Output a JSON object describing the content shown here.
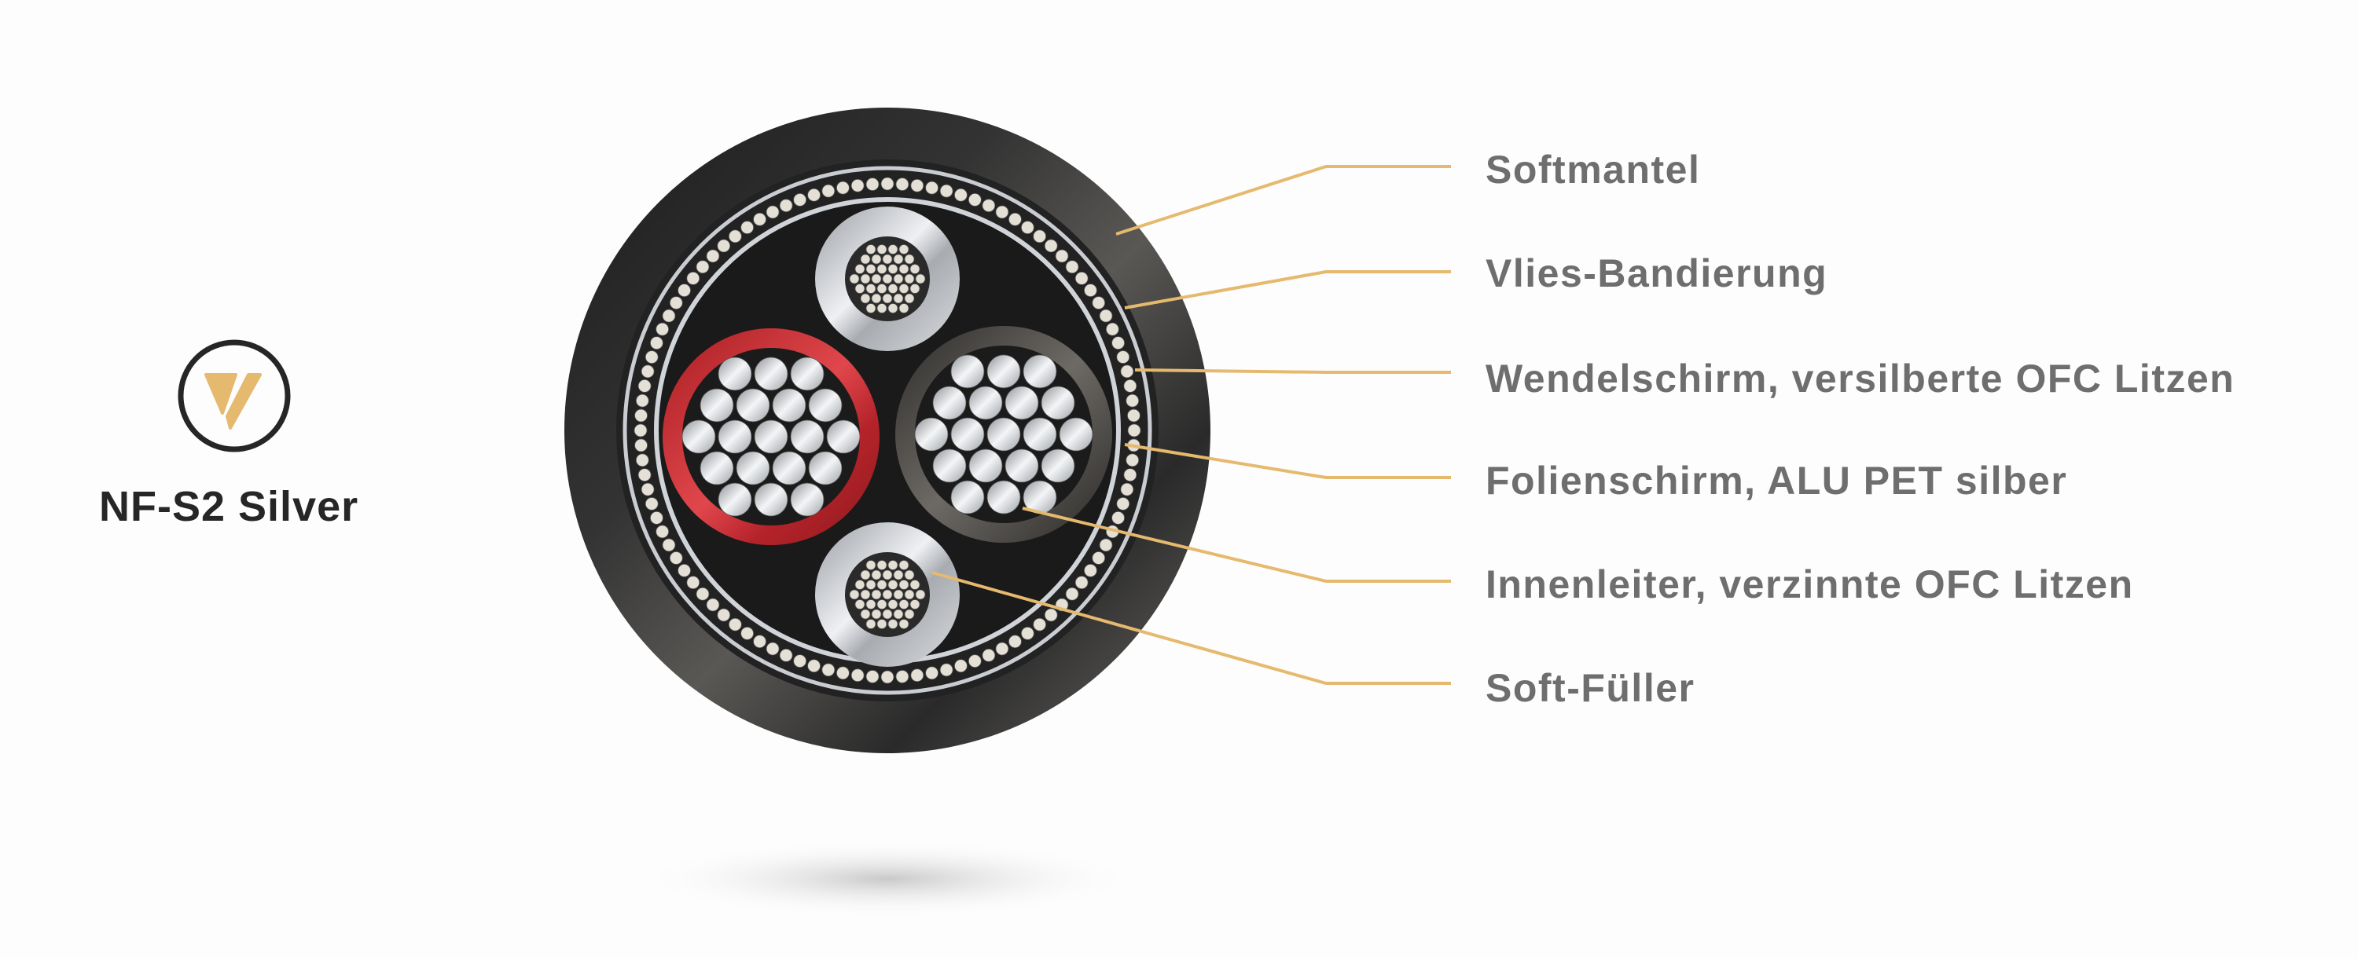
{
  "product": {
    "name": "NF-S2 Silver",
    "logo": "V-in-circle-logo"
  },
  "colors": {
    "accent": "#e5b96e",
    "label_text": "#6e6e6e",
    "title_text": "#262626",
    "jacket": "#2a2a2a",
    "red_insulation": "#c0262b",
    "dark_insulation": "#3d3b38"
  },
  "labels": [
    {
      "text": "Softmantel"
    },
    {
      "text": "Vlies-Bandierung"
    },
    {
      "text": "Wendelschirm, versilberte OFC Litzen"
    },
    {
      "text": "Folienschirm, ALU PET silber"
    },
    {
      "text": "Innenleiter, verzinnte OFC Litzen"
    },
    {
      "text": "Soft-Füller"
    }
  ]
}
